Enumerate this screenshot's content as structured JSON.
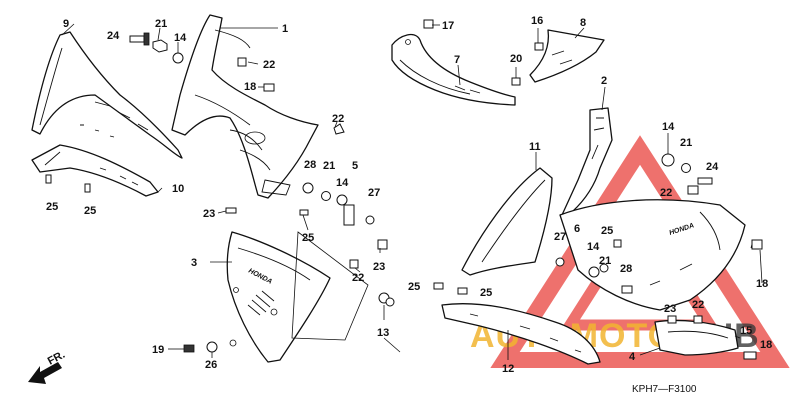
{
  "diagram_code": "KPH7—F3100",
  "front_arrow_label": "FR.",
  "brand_mark": "HONDA",
  "watermark": {
    "logo_part1": "AUTOMOTO",
    "logo_part2": "HUB",
    "color_red": "#e8413c",
    "color_yellow": "#f2b431",
    "color_dark": "#3a3a3a"
  },
  "callouts": {
    "c1": "1",
    "c2": "2",
    "c3": "3",
    "c4": "4",
    "c5": "5",
    "c6": "6",
    "c7": "7",
    "c8": "8",
    "c9": "9",
    "c10": "10",
    "c11": "11",
    "c12": "12",
    "c13": "13",
    "c14a": "14",
    "c14b": "14",
    "c14c": "14",
    "c14d": "14",
    "c15": "15",
    "c16": "16",
    "c17": "17",
    "c18a": "18",
    "c18b": "18",
    "c18c": "18",
    "c19": "19",
    "c20": "20",
    "c21a": "21",
    "c21b": "21",
    "c21c": "21",
    "c21d": "21",
    "c22a": "22",
    "c22b": "22",
    "c22c": "22",
    "c22d": "22",
    "c22e": "22",
    "c23a": "23",
    "c23b": "23",
    "c23c": "23",
    "c24a": "24",
    "c24b": "24",
    "c25a": "25",
    "c25b": "25",
    "c25c": "25",
    "c25d": "25",
    "c25e": "25",
    "c25f": "25",
    "c26": "26",
    "c27a": "27",
    "c27b": "27",
    "c28a": "28",
    "c28b": "28"
  }
}
